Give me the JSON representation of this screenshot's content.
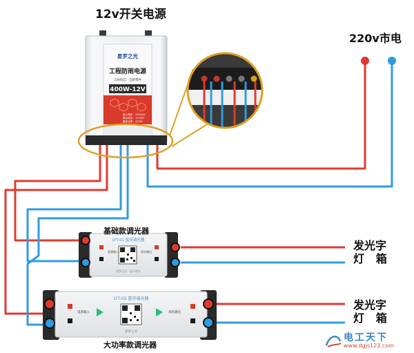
{
  "title": "12v开关电源",
  "mains_label": "220v市电",
  "power_supply": {
    "brand": "星罗之光",
    "name": "工程防雨电源",
    "subtitle": "三防机芯 · 全新零件",
    "model": "400W-12V",
    "spec_lines": [
      "输入电压：200V/AC",
      "输出电压：12V/DC",
      "额定功率：400W"
    ]
  },
  "dimmer_basic": {
    "label": "基础款调光器",
    "panel_title": "LYT-01 蓝牙调光器",
    "input_text": "电源输入",
    "output_text": "调光输出",
    "footer_text": "星罗之光 · 蓝牙调光"
  },
  "dimmer_power": {
    "label": "大功率款调光器",
    "panel_title": "LYT-02 蓝牙调光器",
    "input_text": "电源输入",
    "output_text": "调光输出",
    "footer_text": "星罗之光"
  },
  "sign_lines": [
    "发光字",
    "灯   箱"
  ],
  "watermark": {
    "text": "电工天下",
    "url": "www.dgjs123.com"
  },
  "colors": {
    "positive_wire": "#e03a2f",
    "negative_wire": "#2f9be0",
    "zoom_outline": "#e0a020",
    "panel_red": "#d83a2c"
  },
  "icons": [
    "zoom-callout-icon",
    "qr-code-icon",
    "terminal-screw-icon",
    "arrow-right-icon"
  ]
}
